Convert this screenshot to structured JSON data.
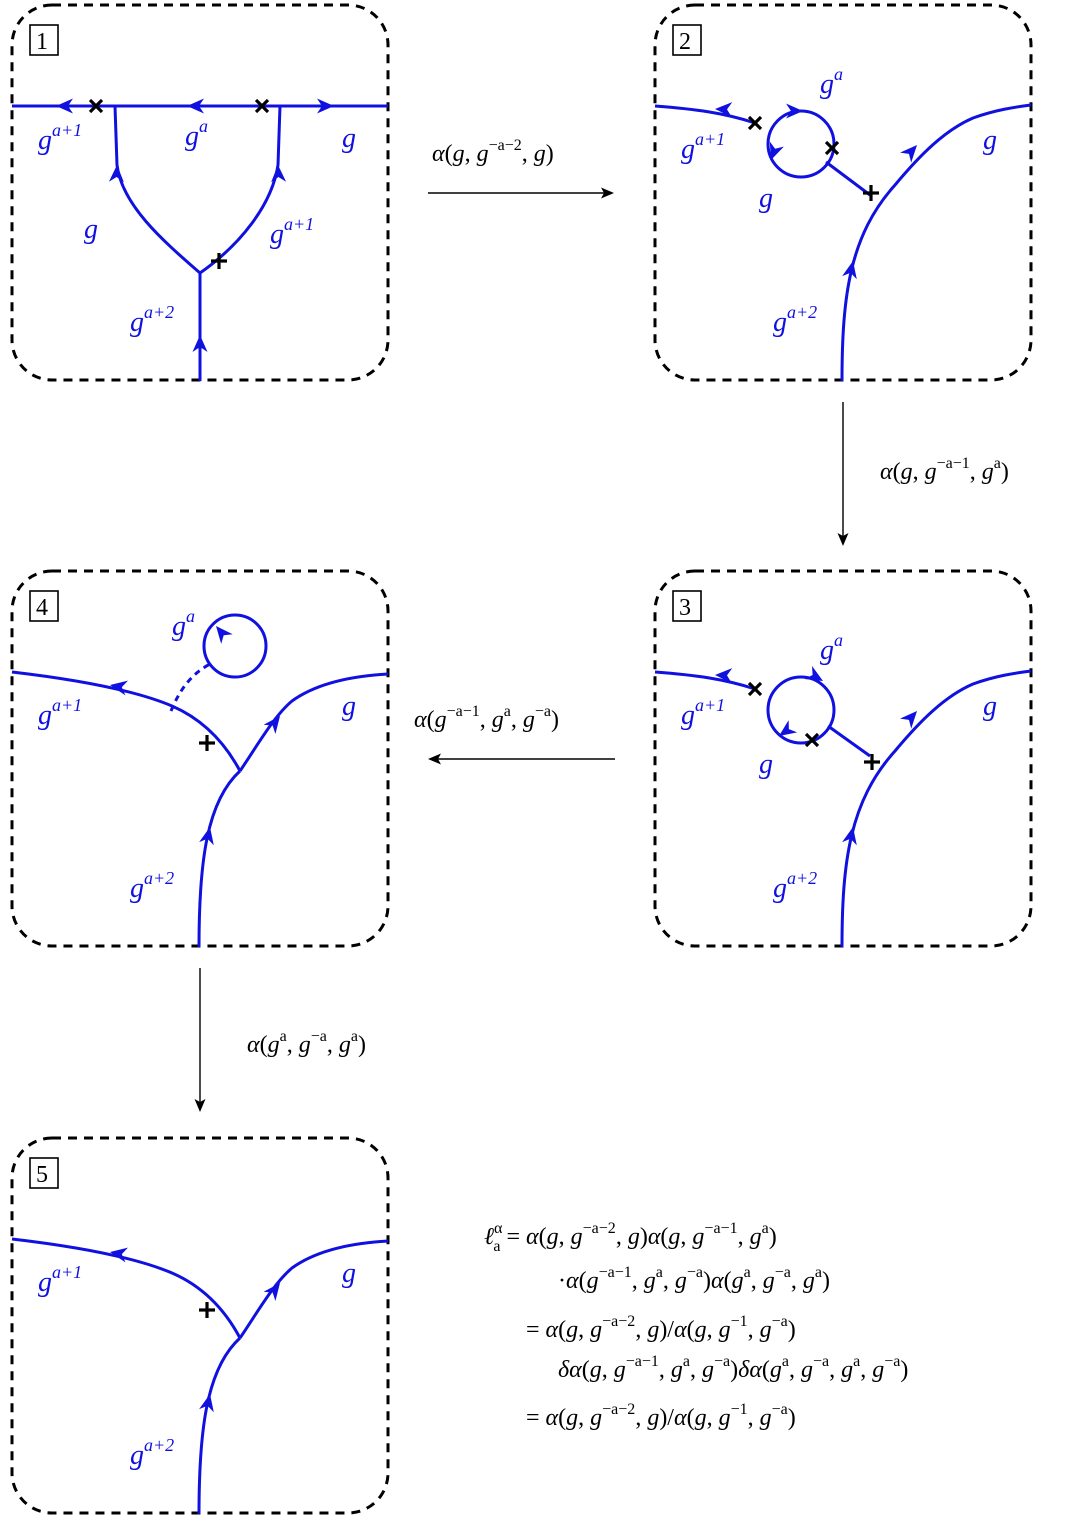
{
  "panels": [
    {
      "number": "1"
    },
    {
      "number": "2"
    },
    {
      "number": "3"
    },
    {
      "number": "4"
    },
    {
      "number": "5"
    }
  ],
  "labels": {
    "g": "g",
    "g_a": "a",
    "g_a1": "a+1",
    "g_a2": "a+2"
  },
  "transitions": [
    {
      "from": "1",
      "to": "2",
      "label": "α(g, g−a−2, g)"
    },
    {
      "from": "2",
      "to": "3",
      "label": "α(g, g−a−1, ga)"
    },
    {
      "from": "3",
      "to": "4",
      "label": "α(g−a−1, ga, g−a)"
    },
    {
      "from": "4",
      "to": "5",
      "label": "α(ga, g−a, ga)"
    }
  ],
  "equation": [
    "ℓαa = α(g, g−a−2, g)α(g, g−a−1, ga)",
    "·α(g−a−1, ga, g−a)α(ga, g−a, ga)",
    "= α(g, g−a−2, g)/α(g, g−1, g−a)",
    "δα(g, g−a−1, ga, g−a)δα(ga, g−a, ga, g−a)",
    "= α(g, g−a−2, g)/α(g, g−1, g−a)"
  ],
  "colors": {
    "wire": "#1010e0",
    "frame": "#000000"
  }
}
